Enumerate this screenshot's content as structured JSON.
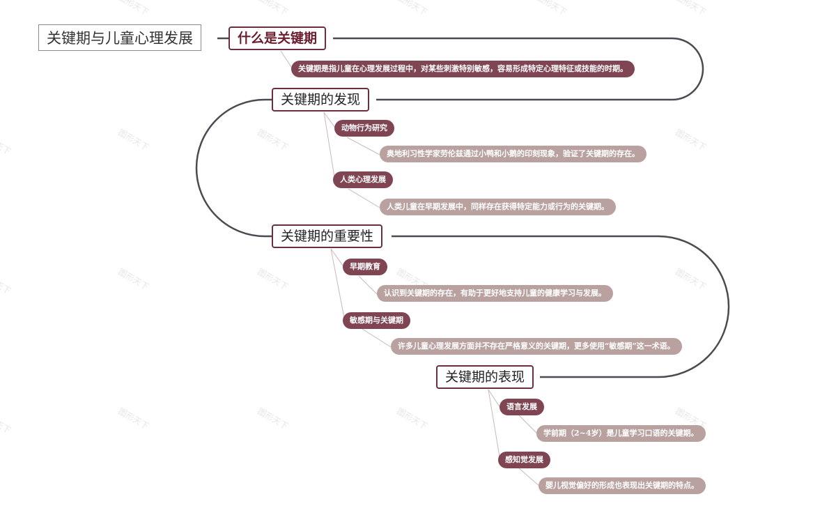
{
  "root": {
    "label": "关键期与儿童心理发展"
  },
  "sections": [
    {
      "title": "什么是关键期",
      "definition": "关键期是指儿童在心理发展过程中，对某些刺激特别敏感，容易形成特定心理特征或技能的时期。"
    },
    {
      "title": "关键期的发现",
      "children": [
        {
          "label": "动物行为研究",
          "detail": "奥地利习性学家劳伦兹通过小鸭和小鹅的印刻现象，验证了关键期的存在。"
        },
        {
          "label": "人类心理发展",
          "detail": "人类儿童在早期发展中，同样存在获得特定能力或行为的关键期。"
        }
      ]
    },
    {
      "title": "关键期的重要性",
      "children": [
        {
          "label": "早期教育",
          "detail": "认识到关键期的存在，有助于更好地支持儿童的健康学习与发展。"
        },
        {
          "label": "敏感期与关键期",
          "detail": "许多儿童心理发展方面并不存在严格意义的关键期，更多使用“敏感期”这一术语。"
        }
      ]
    },
    {
      "title": "关键期的表现",
      "children": [
        {
          "label": "语言发展",
          "detail": "学前期（2~4岁）是儿童学习口语的关键期。"
        },
        {
          "label": "感知觉发展",
          "detail": "婴儿视觉偏好的形成也表现出关键期的特点。"
        }
      ]
    }
  ],
  "watermark": "图形天下",
  "colors": {
    "main_border": "#6b2f3c",
    "subtopic_fill": "#7f4553",
    "detail_fill": "#b9a19f",
    "connector": "#4a4a52"
  }
}
